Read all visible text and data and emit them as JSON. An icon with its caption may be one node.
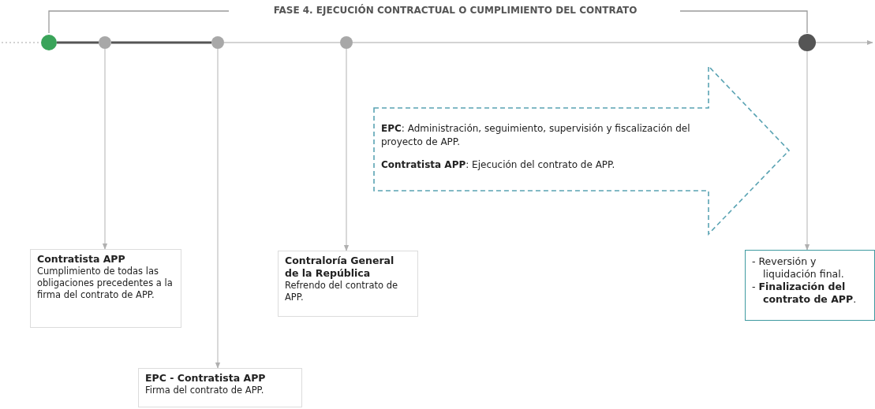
{
  "diagram": {
    "title": "FASE 4. EJECUCIÓN CONTRACTUAL O CUMPLIMIENTO DEL CONTRATO",
    "nodes": [
      {
        "text": [],
        "shape": "circle"
      },
      {
        "text": [],
        "shape": "circle"
      },
      {
        "text": [],
        "shape": "circle"
      },
      {
        "text": [],
        "shape": "circle"
      },
      {
        "text": [],
        "shape": "circle"
      },
      {
        "text": [
          "Contratista APP",
          "Cumplimiento de todas las obligaciones precedentes a la firma del contrato de APP."
        ]
      },
      {
        "text": [
          "EPC - Contratista APP",
          "Firma del contrato de APP."
        ]
      },
      {
        "text": [
          "Contraloría General de la República",
          "Refrendo del contrato de APP."
        ]
      },
      {
        "text": [
          "**EPC**: Administración, seguimiento, supervisión y fiscalización del proyecto de APP.",
          "**Contratista APP**: Ejecución del contrato de APP."
        ]
      },
      {
        "text": [
          "- Reversión y liquidación final.",
          "- **Finalización del contrato de APP**."
        ]
      }
    ],
    "edges": [
      {
        "from": null,
        "to": 0,
        "arrow": "none",
        "style": "dashed"
      },
      {
        "from": 0,
        "to": 1,
        "arrow": "none",
        "style": "thick",
        "color": "#555555"
      },
      {
        "from": 1,
        "to": 2,
        "arrow": "none",
        "style": "thick",
        "color": "#555555"
      },
      {
        "from": 2,
        "to": 3,
        "arrow": "none"
      },
      {
        "from": 3,
        "to": 4,
        "arrow": "none"
      },
      {
        "from": 4,
        "to": null,
        "arrow": "to"
      },
      {
        "from": 1,
        "to": 5,
        "arrow": "to"
      },
      {
        "from": 2,
        "to": 6,
        "arrow": "to"
      },
      {
        "from": 3,
        "to": 7,
        "arrow": "to"
      },
      {
        "from": 4,
        "to": 9,
        "arrow": "to"
      }
    ]
  }
}
